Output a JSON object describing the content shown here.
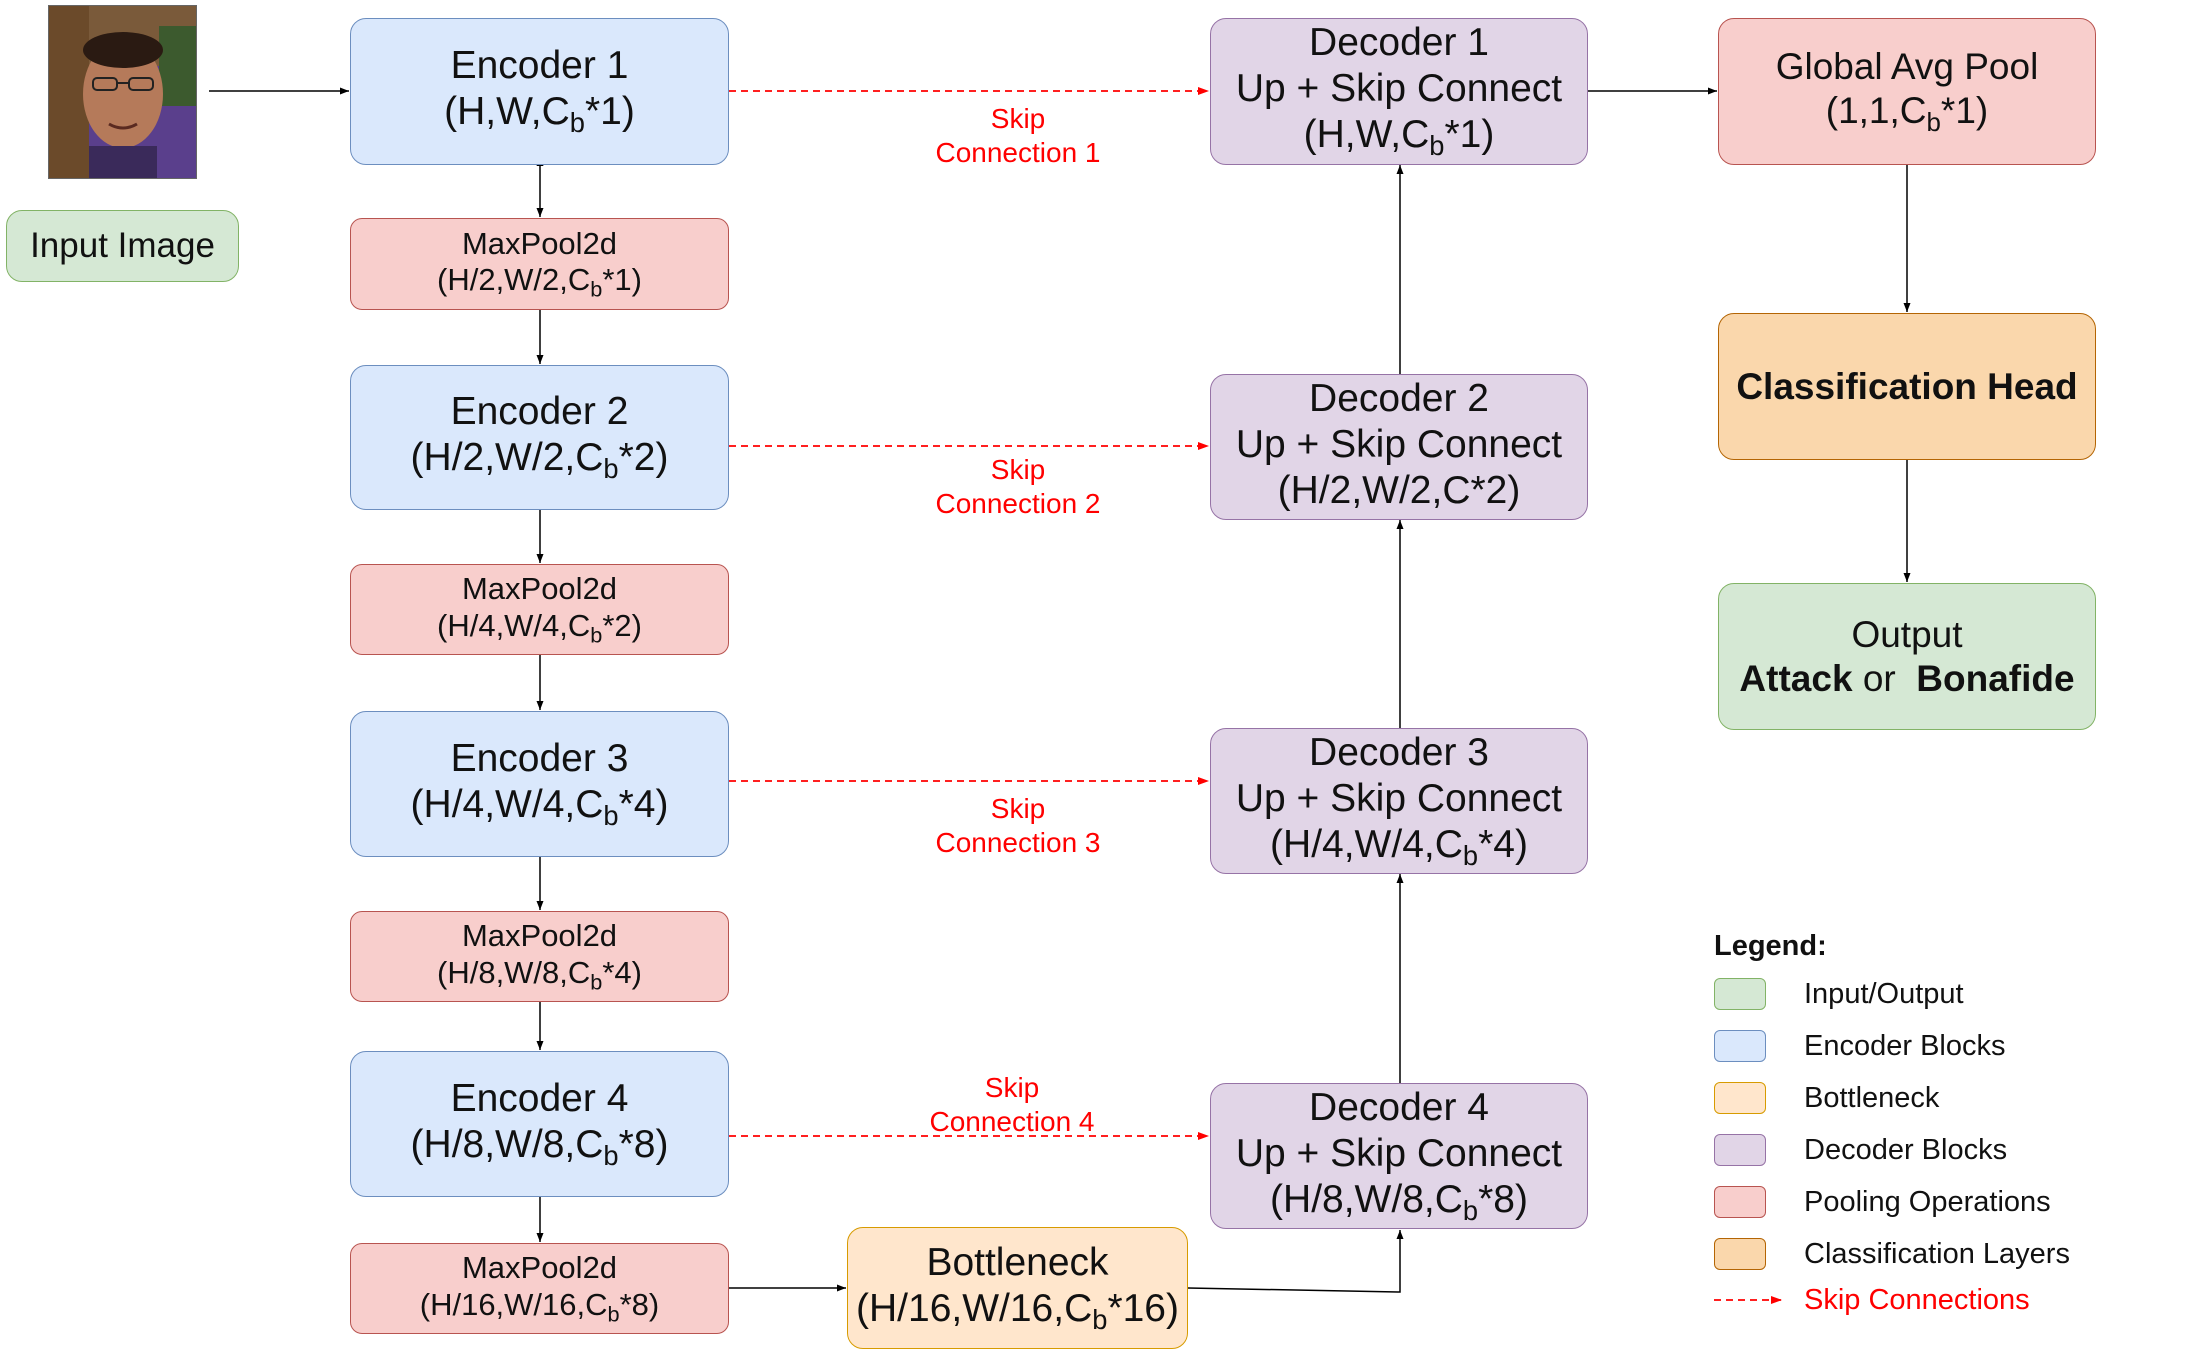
{
  "input": {
    "label": "Input Image",
    "photo_alt": "face-photo"
  },
  "encoders": [
    {
      "title": "Encoder 1",
      "dims_pre": "(H,W,C",
      "dims_sub": "b",
      "dims_post": "*1)"
    },
    {
      "title": "Encoder 2",
      "dims_pre": "(H/2,W/2,C",
      "dims_sub": "b",
      "dims_post": "*2)"
    },
    {
      "title": "Encoder 3",
      "dims_pre": "(H/4,W/4,C",
      "dims_sub": "b",
      "dims_post": "*4)"
    },
    {
      "title": "Encoder 4",
      "dims_pre": "(H/8,W/8,C",
      "dims_sub": "b",
      "dims_post": "*8)"
    }
  ],
  "pools": [
    {
      "title": "MaxPool2d",
      "dims_pre": "(H/2,W/2,C",
      "dims_sub": "b",
      "dims_post": "*1)"
    },
    {
      "title": "MaxPool2d",
      "dims_pre": "(H/4,W/4,C",
      "dims_sub": "b",
      "dims_post": "*2)"
    },
    {
      "title": "MaxPool2d",
      "dims_pre": "(H/8,W/8,C",
      "dims_sub": "b",
      "dims_post": "*4)"
    },
    {
      "title": "MaxPool2d",
      "dims_pre": "(H/16,W/16,C",
      "dims_sub": "b",
      "dims_post": "*8)"
    }
  ],
  "bottleneck": {
    "title": "Bottleneck",
    "dims_pre": "(H/16,W/16,C",
    "dims_sub": "b",
    "dims_post": "*16)"
  },
  "decoders": [
    {
      "title": "Decoder 1",
      "op": "Up + Skip Connect",
      "dims_pre": "(H,W,C",
      "dims_sub": "b",
      "dims_post": "*1)"
    },
    {
      "title": "Decoder 2",
      "op": "Up + Skip Connect",
      "dims_pre": "(H/2,W/2,C*2)",
      "dims_sub": "",
      "dims_post": ""
    },
    {
      "title": "Decoder 3",
      "op": "Up + Skip Connect",
      "dims_pre": "(H/4,W/4,C",
      "dims_sub": "b",
      "dims_post": "*4)"
    },
    {
      "title": "Decoder 4",
      "op": "Up + Skip Connect",
      "dims_pre": "(H/8,W/8,C",
      "dims_sub": "b",
      "dims_post": "*8)"
    }
  ],
  "skips": [
    {
      "line1": "Skip",
      "line2": "Connection 1"
    },
    {
      "line1": "Skip",
      "line2": "Connection 2"
    },
    {
      "line1": "Skip",
      "line2": "Connection 3"
    },
    {
      "line1": "Skip",
      "line2": "Connection 4"
    }
  ],
  "gap": {
    "title": "Global Avg Pool",
    "dims_pre": "(1,1,C",
    "dims_sub": "b",
    "dims_post": "*1)"
  },
  "head": {
    "title": "Classification Head"
  },
  "output": {
    "title": "Output",
    "attack": "Attack",
    "or": "or",
    "bonafide": "Bonafide"
  },
  "legend": {
    "title": "Legend:",
    "items": [
      {
        "label": "Input/Output",
        "fill": "#d5e8d4",
        "stroke": "#82b366"
      },
      {
        "label": "Encoder Blocks",
        "fill": "#dae8fc",
        "stroke": "#6c8ebf"
      },
      {
        "label": "Bottleneck",
        "fill": "#ffe6cc",
        "stroke": "#d79b00"
      },
      {
        "label": "Decoder Blocks",
        "fill": "#e1d5e7",
        "stroke": "#9673a6"
      },
      {
        "label": "Pooling Operations",
        "fill": "#f8cecc",
        "stroke": "#b85450"
      },
      {
        "label": "Classification Layers",
        "fill": "#fad7ac",
        "stroke": "#b46504"
      }
    ],
    "skip_label": "Skip Connections",
    "skip_color": "#ff0000"
  },
  "colors": {
    "edge": "#000000",
    "skip": "#ff0000"
  }
}
